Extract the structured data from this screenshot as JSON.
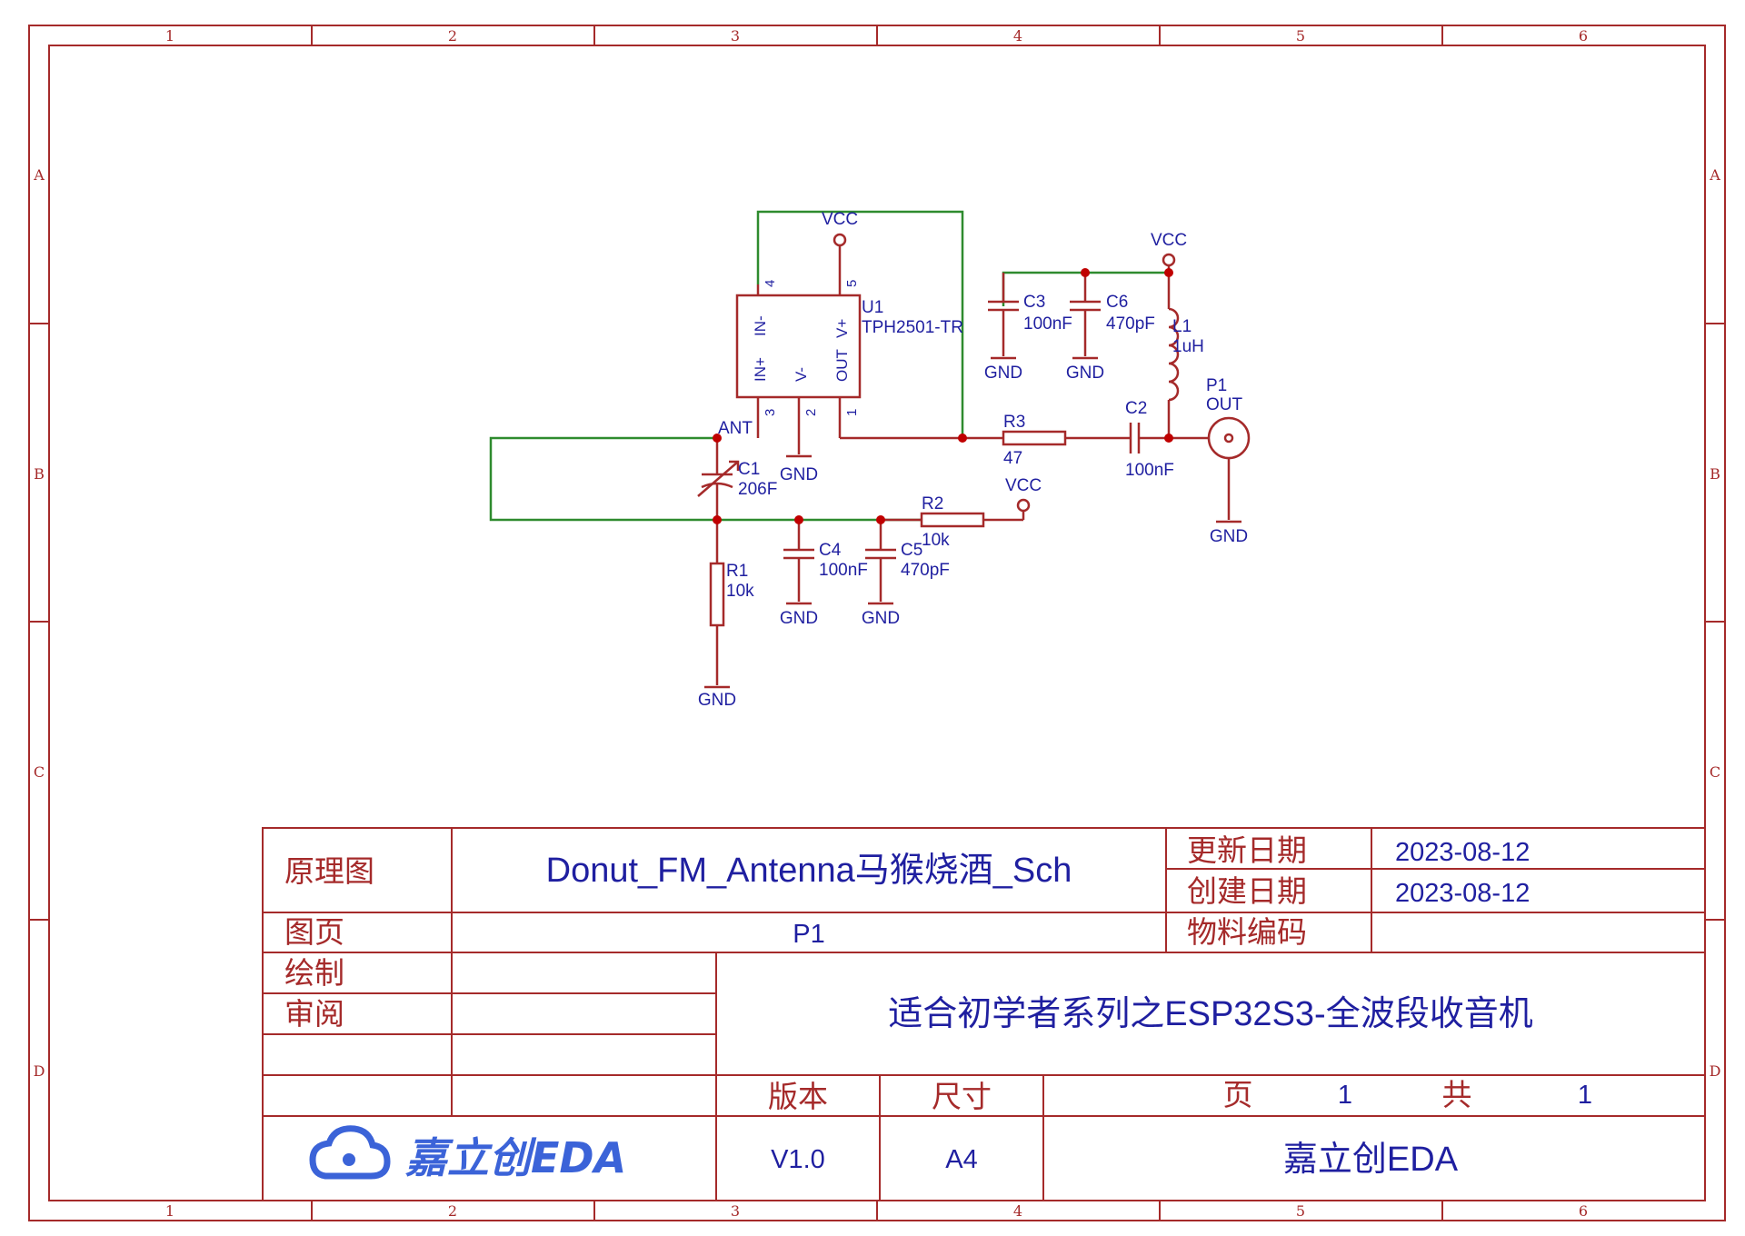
{
  "colors": {
    "frame": "#a52a2a",
    "wire": "#a52a2a",
    "net_wire": "#2e8b2e",
    "junction": "#c00000",
    "label": "#1f1fa0",
    "logo": "#3b63d8"
  },
  "frame": {
    "columns": [
      "1",
      "2",
      "3",
      "4",
      "5",
      "6"
    ],
    "rows": [
      "A",
      "B",
      "C",
      "D"
    ]
  },
  "schematic": {
    "u1": {
      "ref": "U1",
      "part": "TPH2501-TR",
      "pin_in_plus": "IN+",
      "pin_in_minus": "IN-",
      "pin_v_minus": "V-",
      "pin_out": "OUT",
      "pin_v_plus": "V+",
      "pin_numbers": {
        "p1": "1",
        "p2": "2",
        "p3": "3",
        "p4": "4",
        "p5": "5"
      }
    },
    "power": {
      "vcc_u1": "VCC",
      "vcc_right": "VCC",
      "vcc_r2": "VCC",
      "gnd_u1": "GND",
      "gnd_c3": "GND",
      "gnd_c6": "GND",
      "gnd_p1": "GND",
      "gnd_c4": "GND",
      "gnd_c5": "GND",
      "gnd_r1": "GND"
    },
    "net_ant": "ANT",
    "components": {
      "c1": {
        "ref": "C1",
        "value": "206F"
      },
      "c2": {
        "ref": "C2",
        "value": "100nF"
      },
      "c3": {
        "ref": "C3",
        "value": "100nF"
      },
      "c4": {
        "ref": "C4",
        "value": "100nF"
      },
      "c5": {
        "ref": "C5",
        "value": "470pF"
      },
      "c6": {
        "ref": "C6",
        "value": "470pF"
      },
      "r1": {
        "ref": "R1",
        "value": "10k"
      },
      "r2": {
        "ref": "R2",
        "value": "10k"
      },
      "r3": {
        "ref": "R3",
        "value": "47"
      },
      "l1": {
        "ref": "L1",
        "value": "1uH"
      },
      "p1": {
        "ref": "P1",
        "value": "OUT"
      }
    }
  },
  "title_block": {
    "type_label": "原理图",
    "title": "Donut_FM_Antenna马猴烧酒_Sch",
    "updated_label": "更新日期",
    "updated_value": "2023-08-12",
    "created_label": "创建日期",
    "created_value": "2023-08-12",
    "page_label": "图页",
    "page_value": "P1",
    "part_code_label": "物料编码",
    "part_code_value": "",
    "drawn_label": "绘制",
    "review_label": "审阅",
    "project": "适合初学者系列之ESP32S3-全波段收音机",
    "version_label": "版本",
    "size_label": "尺寸",
    "page_no_label": "页",
    "page_no": "1",
    "total_label": "共",
    "total": "1",
    "logo_text": "嘉立创EDA",
    "version_value": "V1.0",
    "size_value": "A4",
    "company": "嘉立创EDA"
  }
}
